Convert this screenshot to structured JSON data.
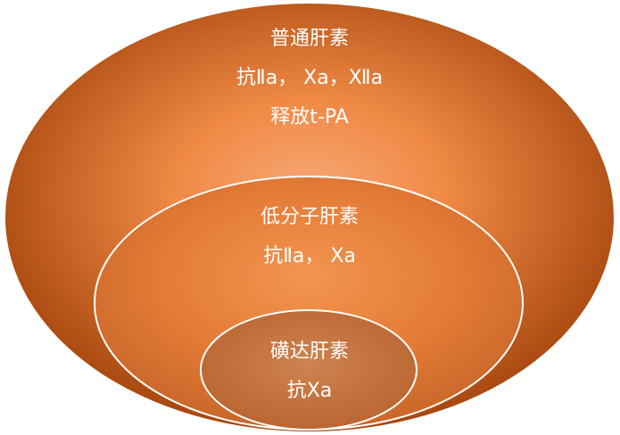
{
  "diagram": {
    "outer": {
      "title": "普通肝素",
      "line2": "抗Ⅱa，  Ⅹa，Ⅻa",
      "line3": "释放t-PA"
    },
    "middle": {
      "title": "低分子肝素",
      "line2": "抗Ⅱa，  Ⅹa"
    },
    "inner": {
      "title": "磺达肝素",
      "line2": "抗Ⅹa"
    }
  },
  "colors": {
    "outer_edge": "#a8480f",
    "outer_center": "#f7a878",
    "middle_edge": "#c9672a",
    "middle_center": "#f08c45",
    "inner_edge": "#b86430",
    "inner_center": "#c77843",
    "outline": "#ffffff",
    "text": "#ffffff"
  }
}
